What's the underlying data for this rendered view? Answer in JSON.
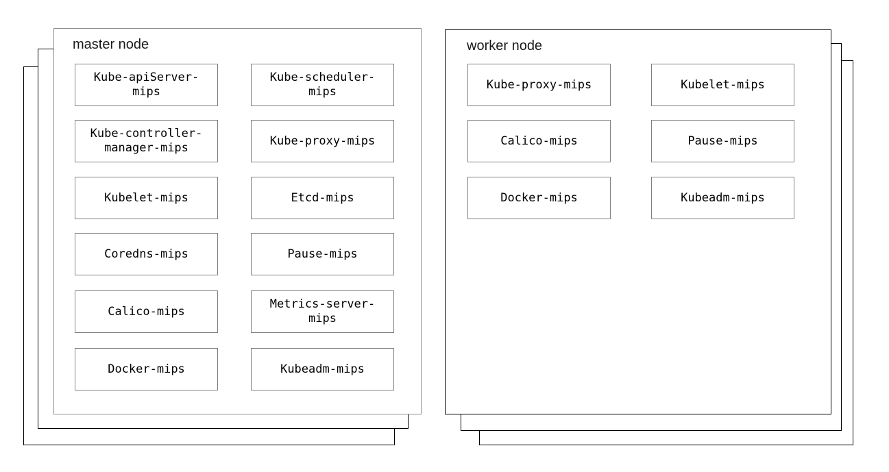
{
  "master": {
    "title": "master node",
    "components": [
      "Kube-apiServer-\nmips",
      "Kube-scheduler-\nmips",
      "Kube-controller-\nmanager-mips",
      "Kube-proxy-mips",
      "Kubelet-mips",
      "Etcd-mips",
      "Coredns-mips",
      "Pause-mips",
      "Calico-mips",
      "Metrics-server-\nmips",
      "Docker-mips",
      "Kubeadm-mips"
    ]
  },
  "worker": {
    "title": "worker node",
    "components": [
      "Kube-proxy-mips",
      "Kubelet-mips",
      "Calico-mips",
      "Pause-mips",
      "Docker-mips",
      "Kubeadm-mips"
    ]
  },
  "colors": {
    "component_border": "#7f7f7f",
    "master_outline": "#8c8c8c",
    "stack_outline": "#000000",
    "background": "#ffffff",
    "text": "#000000"
  }
}
